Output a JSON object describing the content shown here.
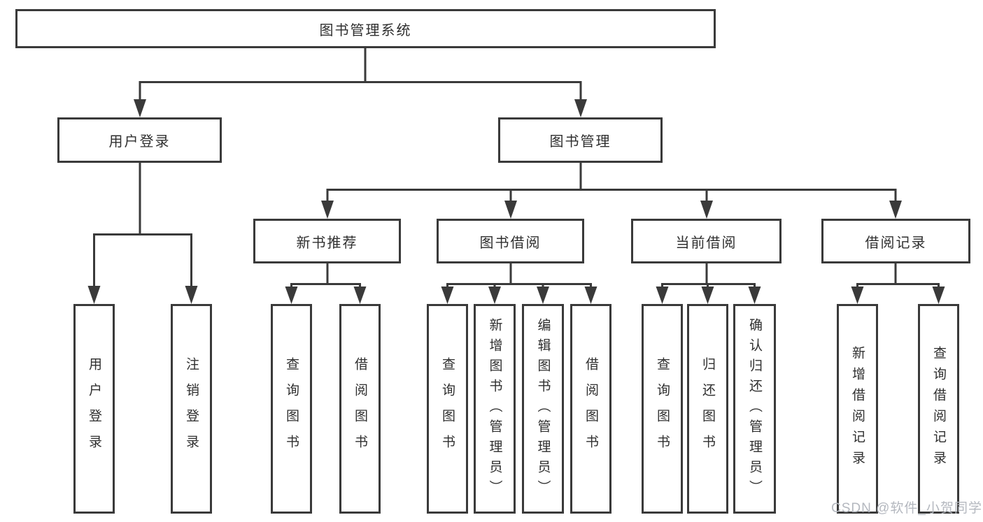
{
  "tree": {
    "label": "图书管理系统",
    "children": [
      {
        "label": "用户登录",
        "children": [
          {
            "label": "用户登录"
          },
          {
            "label": "注销登录"
          }
        ]
      },
      {
        "label": "图书管理",
        "children": [
          {
            "label": "新书推荐",
            "children": [
              {
                "label": "查询图书"
              },
              {
                "label": "借阅图书"
              }
            ]
          },
          {
            "label": "图书借阅",
            "children": [
              {
                "label": "查询图书"
              },
              {
                "label": "新增图书（管理员）"
              },
              {
                "label": "编辑图书（管理员）"
              },
              {
                "label": "借阅图书"
              }
            ]
          },
          {
            "label": "当前借阅",
            "children": [
              {
                "label": "查询图书"
              },
              {
                "label": "归还图书"
              },
              {
                "label": "确认归还（管理员）"
              }
            ]
          },
          {
            "label": "借阅记录",
            "children": [
              {
                "label": "新增借阅记录"
              },
              {
                "label": "查询借阅记录"
              }
            ]
          }
        ]
      }
    ]
  },
  "watermark": {
    "text": "CSDN @软件_小贺同学"
  },
  "colors": {
    "line": "#3a3a3a",
    "box_border": "#3a3a3a",
    "text": "#2f2f2f",
    "watermark": "#b4b8bf",
    "background": "#ffffff"
  }
}
